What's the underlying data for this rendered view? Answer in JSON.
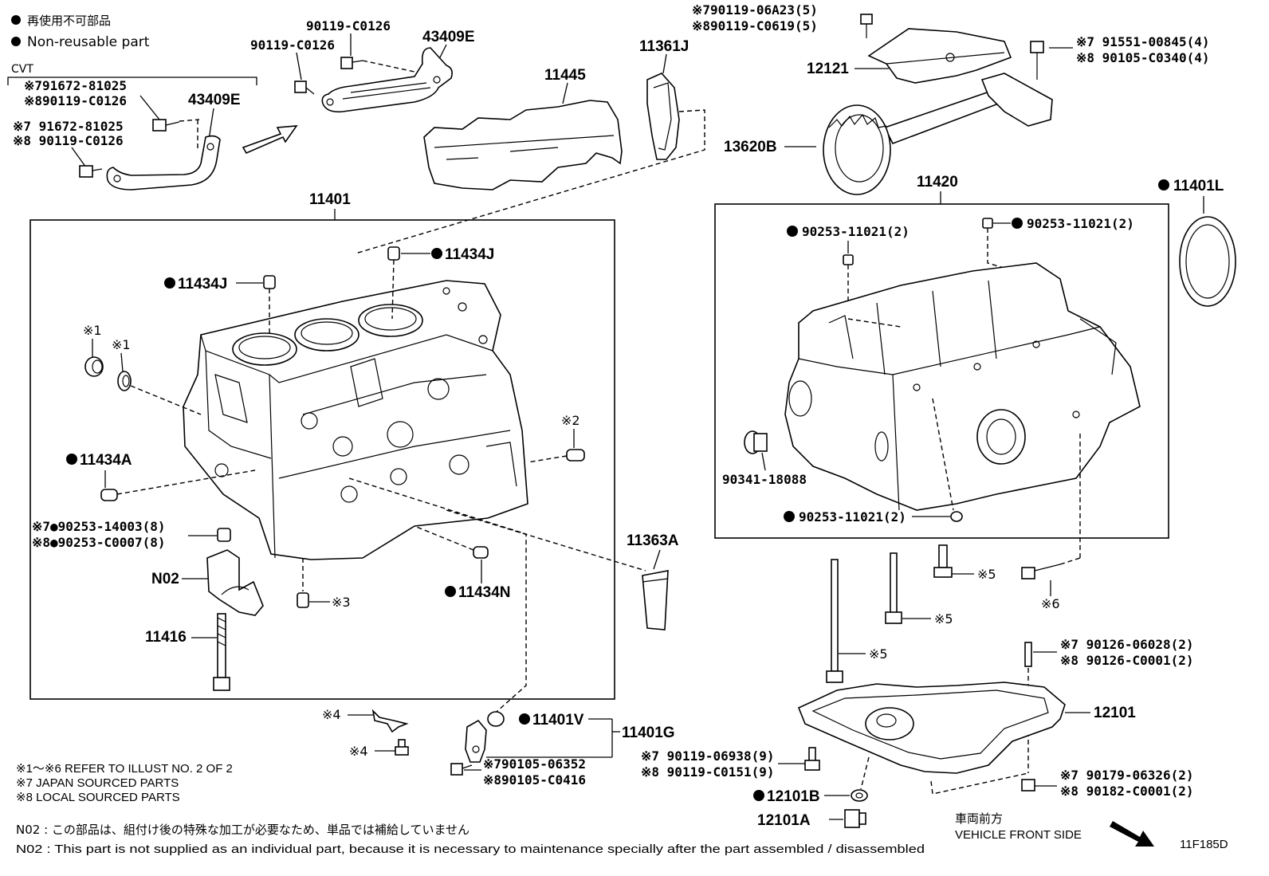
{
  "legend": {
    "non_reusable_ja": "再使用不可部品",
    "non_reusable_en": "Non-reusable part"
  },
  "labels": {
    "cvt": "CVT",
    "cvt_bolt_1a": "※791672-81025",
    "cvt_bolt_1b": "※890119-C0126",
    "cvt_bolt_2a": "※7 91672-81025",
    "cvt_bolt_2b": "※8 90119-C0126",
    "p43409E_left": "43409E",
    "p90119_C0126_a": "90119-C0126",
    "p90119_C0126_b": "90119-C0126",
    "p43409E_right": "43409E",
    "p11445": "11445",
    "p11361J": "11361J",
    "p90119_06A23": "※790119-06A23(5)",
    "p90119_C0619": "※890119-C0619(5)",
    "p12121": "12121",
    "p91551": "※7  91551-00845(4)",
    "p90105_C0340": "※8  90105-C0340(4)",
    "p13620B": "13620B",
    "p11401": "11401",
    "p11420": "11420",
    "p11401L": "11401L",
    "p11434J_a": "11434J",
    "p11434J_b": "11434J",
    "p90253_top_left": "90253-11021(2)",
    "p90253_top_right": "90253-11021(2)",
    "p90253_bottom": "90253-11021(2)",
    "p90341": "90341-18088",
    "ref1a": "※1",
    "ref1b": "※1",
    "ref2": "※2",
    "ref3": "※3",
    "ref4a": "※4",
    "ref4b": "※4",
    "ref5a": "※5",
    "ref5b": "※5",
    "ref5c": "※5",
    "ref6": "※6",
    "p11434A": "11434A",
    "p90253_14003": "※7●90253-14003(8)",
    "p90253_C0007": "※8●90253-C0007(8)",
    "pN02": "N02",
    "p11434N": "11434N",
    "p11416": "11416",
    "p11363A": "11363A",
    "p90126_06028": "※7  90126-06028(2)",
    "p90126_C0001": "※8  90126-C0001(2)",
    "p12101": "12101",
    "p11401V": "11401V",
    "p11401G": "11401G",
    "p90105_06352": "※790105-06352",
    "p90105_C0416": "※890105-C0416",
    "p90119_06938": "※7  90119-06938(9)",
    "p90119_C0151": "※8  90119-C0151(9)",
    "p12101B": "12101B",
    "p12101A": "12101A",
    "p90179": "※7  90179-06326(2)",
    "p90182": "※8  90182-C0001(2)"
  },
  "notes": {
    "refer": "※1～※6  REFER TO ILLUST NO. 2 OF 2",
    "japan": "※7  JAPAN SOURCED PARTS",
    "local": "※8  LOCAL SOURCED PARTS",
    "n02_ja": "N02 : この部品は、組付け後の特殊な加工が必要なため、単品では補給していません",
    "n02_en": "N02 : This part is not supplied as an individual part, because it is necessary to maintenance specially after the part assembled / disassembled"
  },
  "direction": {
    "ja": "車両前方",
    "en": "VEHICLE FRONT SIDE"
  },
  "code": "11F185D"
}
